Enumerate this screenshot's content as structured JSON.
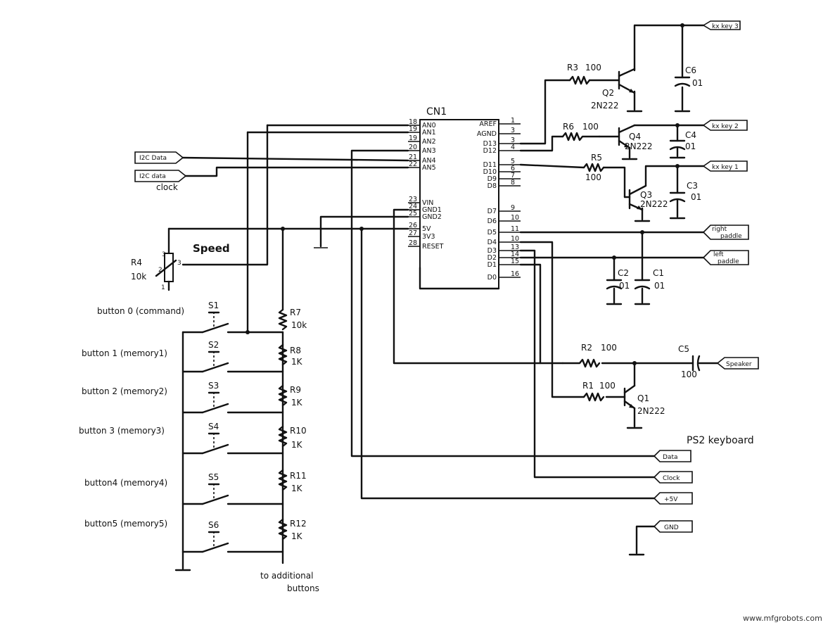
{
  "ic": {
    "name": "CN1",
    "left_pins": [
      {
        "num": "18",
        "label": "AN0"
      },
      {
        "num": "19",
        "label": "AN1"
      },
      {
        "num": "19",
        "label": "AN2"
      },
      {
        "num": "20",
        "label": "AN3"
      },
      {
        "num": "21",
        "label": "AN4"
      },
      {
        "num": "22",
        "label": "AN5"
      },
      {
        "num": "23",
        "label": "VIN"
      },
      {
        "num": "24",
        "label": "GND1"
      },
      {
        "num": "25",
        "label": "GND2"
      },
      {
        "num": "26",
        "label": "5V"
      },
      {
        "num": "27",
        "label": "3V3"
      },
      {
        "num": "28",
        "label": "RESET"
      }
    ],
    "right_pins": [
      {
        "num": "1",
        "label": "AREF"
      },
      {
        "num": "3",
        "label": "AGND"
      },
      {
        "num": "3",
        "label": "D13"
      },
      {
        "num": "4",
        "label": "D12"
      },
      {
        "num": "5",
        "label": "D11"
      },
      {
        "num": "6",
        "label": "D10"
      },
      {
        "num": "7",
        "label": "D9"
      },
      {
        "num": "8",
        "label": "D8"
      },
      {
        "num": "9",
        "label": "D7"
      },
      {
        "num": "10",
        "label": "D6"
      },
      {
        "num": "11",
        "label": "D5"
      },
      {
        "num": "10",
        "label": "D4"
      },
      {
        "num": "13",
        "label": "D3"
      },
      {
        "num": "14",
        "label": "D2"
      },
      {
        "num": "15",
        "label": "D1"
      },
      {
        "num": "16",
        "label": "D0"
      }
    ]
  },
  "components": {
    "r3": {
      "ref": "R3",
      "value": "100"
    },
    "r6": {
      "ref": "R6",
      "value": "100"
    },
    "r5": {
      "ref": "R5",
      "value": "100"
    },
    "r2": {
      "ref": "R2",
      "value": "100"
    },
    "r1": {
      "ref": "R1",
      "value": "100"
    },
    "r4": {
      "ref": "R4",
      "value": "10k",
      "pin1": "1",
      "pin2": "2",
      "pin3": "3"
    },
    "r7": {
      "ref": "R7",
      "value": "10k"
    },
    "r8": {
      "ref": "R8",
      "value": "1K"
    },
    "r9": {
      "ref": "R9",
      "value": "1K"
    },
    "r10": {
      "ref": "R10",
      "value": "1K"
    },
    "r11": {
      "ref": "R11",
      "value": "1K"
    },
    "r12": {
      "ref": "R12",
      "value": "1K"
    },
    "q1": {
      "ref": "Q1",
      "value": "2N222"
    },
    "q2": {
      "ref": "Q2",
      "value": "2N222"
    },
    "q3": {
      "ref": "Q3",
      "value": "2N222"
    },
    "q4": {
      "ref": "Q4",
      "value": "2N222"
    },
    "c1": {
      "ref": "C1",
      "value": "01"
    },
    "c2": {
      "ref": "C2",
      "value": "01"
    },
    "c3": {
      "ref": "C3",
      "value": "01"
    },
    "c4": {
      "ref": "C4",
      "value": "01"
    },
    "c5": {
      "ref": "C5",
      "value": "100"
    },
    "c6": {
      "ref": "C6",
      "value": "01"
    }
  },
  "switches": [
    {
      "ref": "S1",
      "label": "button 0 (command)"
    },
    {
      "ref": "S2",
      "label": "button 1 (memory1)"
    },
    {
      "ref": "S3",
      "label": "button 2 (memory2)"
    },
    {
      "ref": "S4",
      "label": "button 3 (memory3)"
    },
    {
      "ref": "S5",
      "label": "button4 (memory4)"
    },
    {
      "ref": "S6",
      "label": "button5 (memory5)"
    }
  ],
  "ports": {
    "i2c_data": "I2C Data",
    "i2c_clock_a": "I2C data",
    "i2c_clock_b": "clock",
    "key3": "kx key 3",
    "key2": "kx key 2",
    "key1": "kx key 1",
    "right_paddle_a": "right",
    "right_paddle_b": "paddle",
    "left_paddle_a": "left",
    "left_paddle_b": "paddle",
    "speaker": "Speaker",
    "ps2_data": "Data",
    "ps2_clock": "Clock",
    "ps2_5v": "+5V",
    "ps2_gnd": "GND"
  },
  "labels": {
    "speed": "Speed",
    "ps2_keyboard": "PS2 keyboard",
    "additional_a": "to additional",
    "additional_b": "buttons"
  },
  "watermark": "www.mfgrobots.com"
}
